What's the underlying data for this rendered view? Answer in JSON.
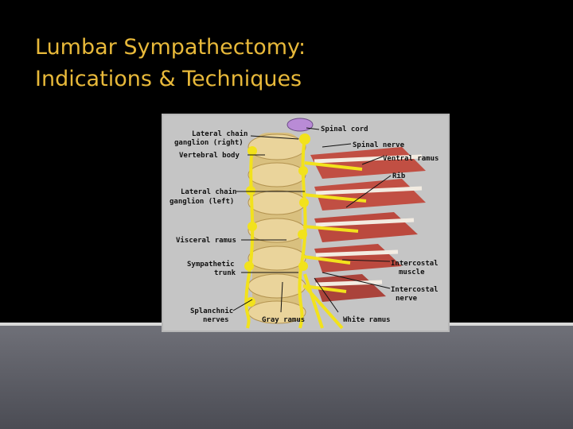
{
  "slide": {
    "title_line1": "Lumbar Sympathectomy:",
    "title_line2": "Indications & Techniques"
  },
  "figure": {
    "labels": {
      "lateral_chain_right_1": "Lateral chain",
      "lateral_chain_right_2": "ganglion (right)",
      "vertebral_body": "Vertebral body",
      "lateral_chain_left_1": "Lateral chain",
      "lateral_chain_left_2": "ganglion (left)",
      "visceral_ramus": "Visceral ramus",
      "sympathetic_trunk_1": "Sympathetic",
      "sympathetic_trunk_2": "trunk",
      "splanchnic_1": "Splanchnic",
      "splanchnic_2": "nerves",
      "gray_ramus": "Gray ramus",
      "white_ramus": "White ramus",
      "spinal_cord": "Spinal cord",
      "spinal_nerve": "Spinal nerve",
      "ventral_ramus": "Ventral ramus",
      "rib": "Rib",
      "intercostal_muscle_1": "Intercostal",
      "intercostal_muscle_2": "muscle",
      "intercostal_nerve_1": "Intercostal",
      "intercostal_nerve_2": "nerve"
    },
    "colors": {
      "background": "#c5c5c5",
      "bone": "#e9d49a",
      "nerve": "#f2e21c",
      "muscle": "#c0392b",
      "rib": "#f3ece2"
    }
  }
}
